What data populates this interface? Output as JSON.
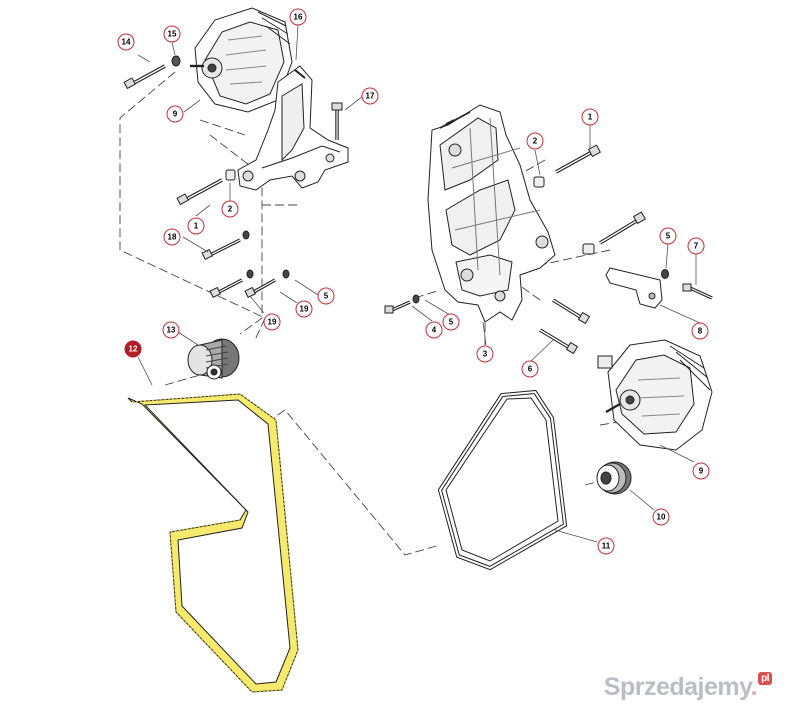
{
  "callouts": [
    {
      "id": "c14",
      "label": "14"
    },
    {
      "id": "c15",
      "label": "15"
    },
    {
      "id": "c16",
      "label": "16"
    },
    {
      "id": "c17",
      "label": "17"
    },
    {
      "id": "c9a",
      "label": "9"
    },
    {
      "id": "c1a",
      "label": "1"
    },
    {
      "id": "c2a",
      "label": "2"
    },
    {
      "id": "c18",
      "label": "18"
    },
    {
      "id": "c19a",
      "label": "19"
    },
    {
      "id": "c19b",
      "label": "19"
    },
    {
      "id": "c5a",
      "label": "5"
    },
    {
      "id": "c2b",
      "label": "2"
    },
    {
      "id": "c1b",
      "label": "1"
    },
    {
      "id": "c5b",
      "label": "5"
    },
    {
      "id": "c7",
      "label": "7"
    },
    {
      "id": "c4",
      "label": "4"
    },
    {
      "id": "c5c",
      "label": "5"
    },
    {
      "id": "c3",
      "label": "3"
    },
    {
      "id": "c8",
      "label": "8"
    },
    {
      "id": "c6",
      "label": "6"
    },
    {
      "id": "c12",
      "label": "12"
    },
    {
      "id": "c13",
      "label": "13"
    },
    {
      "id": "c9b",
      "label": "9"
    },
    {
      "id": "c10",
      "label": "10"
    },
    {
      "id": "c11",
      "label": "11"
    }
  ],
  "watermark": {
    "name": "Sprzedajemy",
    "tld": "pl"
  },
  "colors": {
    "callout_ring": "#c0303a",
    "callout_highlight_fill": "#b21e2a",
    "belt_highlight": "#f6ea6c",
    "line": "#333333"
  }
}
